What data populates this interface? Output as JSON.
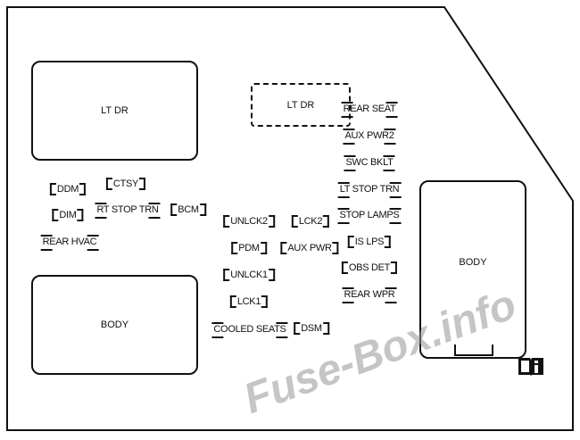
{
  "relays": {
    "lt_dr_top": "LT DR",
    "lt_dr_dashed": "LT DR",
    "body_left": "BODY",
    "body_right": "BODY"
  },
  "fuses": {
    "ddm": "DDM",
    "ctsy": "CTSY",
    "dim": "DIM",
    "rt_stop_trn": "RT STOP TRN",
    "bcm": "BCM",
    "rear_hvac": "REAR HVAC",
    "unlck2": "UNLCK2",
    "lck2": "LCK2",
    "pdm": "PDM",
    "aux_pwr": "AUX PWR",
    "unlck1": "UNLCK1",
    "lck1": "LCK1",
    "cooled_seats": "COOLED SEATS",
    "dsm": "DSM",
    "rear_seat": "REAR SEAT",
    "aux_pwr2": "AUX PWR2",
    "swc_bklt": "SWC BKLT",
    "lt_stop_trn": "LT STOP TRN",
    "stop_lamps": "STOP LAMPS",
    "is_lps": "IS LPS",
    "obs_det": "OBS DET",
    "rear_wpr": "REAR WPR"
  },
  "watermark": "Fuse-Box.info",
  "icons": {
    "manual": "book-info-icon"
  }
}
